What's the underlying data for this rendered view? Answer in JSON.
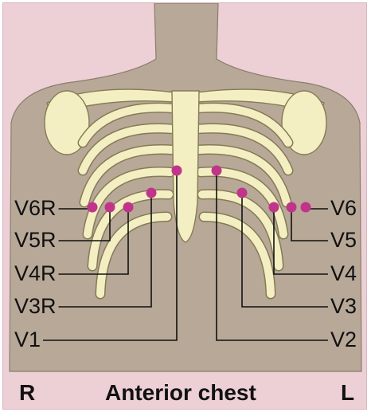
{
  "view": "Anterior chest",
  "side_right": "R",
  "side_left": "L",
  "colors": {
    "background": "#ecd0d6",
    "skin": "#b8a898",
    "bone": "#f3efc2",
    "bone_outline": "#857a55",
    "electrode": "#c0358a"
  },
  "right_leads": [
    {
      "label": "V6R"
    },
    {
      "label": "V5R"
    },
    {
      "label": "V4R"
    },
    {
      "label": "V3R"
    },
    {
      "label": "V1"
    }
  ],
  "left_leads": [
    {
      "label": "V6"
    },
    {
      "label": "V5"
    },
    {
      "label": "V4"
    },
    {
      "label": "V3"
    },
    {
      "label": "V2"
    }
  ]
}
